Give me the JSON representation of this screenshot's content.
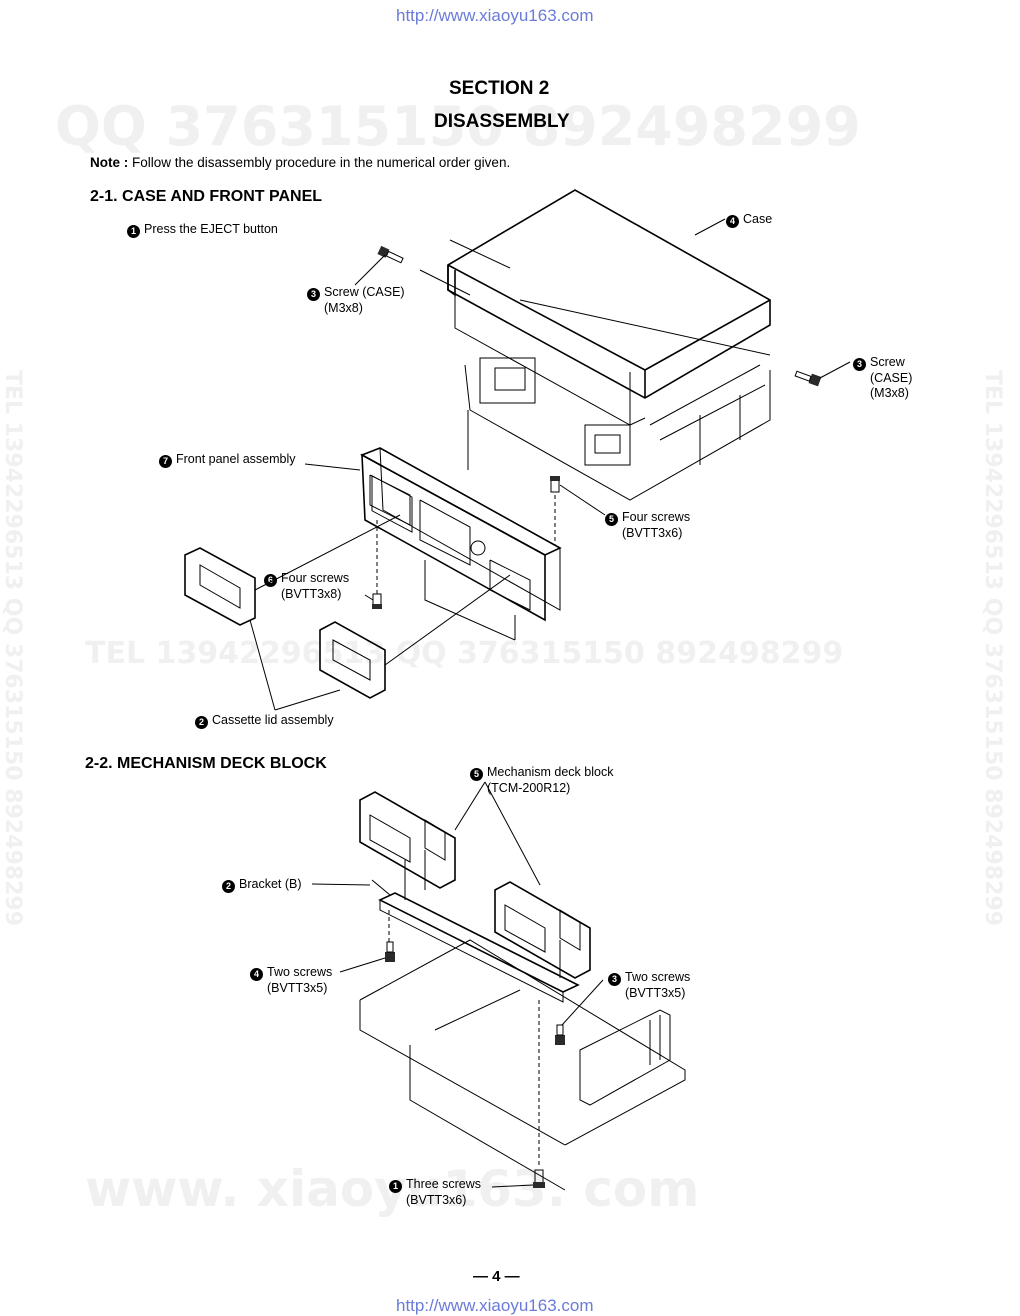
{
  "header_url": "http://www.xiaoyu163.com",
  "footer_url": "http://www.xiaoyu163.com",
  "watermarks": {
    "top": "QQ 376315150  892498299",
    "middle": "TEL 13942296513  QQ 376315150  892498299",
    "bottom": "www. xiaoyu163. com",
    "side": "TEL 13942296513  QQ 376315150  892498299"
  },
  "section_title": "SECTION  2",
  "section_subtitle": "DISASSEMBLY",
  "note_label": "Note :",
  "note_text": "Follow the disassembly procedure in the numerical order given.",
  "sec1": {
    "heading": "2-1.  CASE AND FRONT PANEL",
    "labels": [
      {
        "num": "1",
        "text": "Press the EJECT button"
      },
      {
        "num": "4",
        "text": "Case"
      },
      {
        "num": "3",
        "text": "Screw (CASE)",
        "sub": "(M3x8)"
      },
      {
        "num": "3",
        "text": "Screw",
        "sub": "(CASE)",
        "sub2": "(M3x8)"
      },
      {
        "num": "7",
        "text": "Front panel assembly"
      },
      {
        "num": "5",
        "text": "Four screws",
        "sub": "(BVTT3x6)"
      },
      {
        "num": "6",
        "text": "Four screws",
        "sub": "(BVTT3x8)"
      },
      {
        "num": "2",
        "text": "Cassette lid assembly"
      }
    ]
  },
  "sec2": {
    "heading": "2-2.  MECHANISM DECK BLOCK",
    "labels": [
      {
        "num": "5",
        "text": "Mechanism deck block",
        "sub": "(TCM-200R12)"
      },
      {
        "num": "2",
        "text": "Bracket (B)"
      },
      {
        "num": "4",
        "text": "Two screws",
        "sub": "(BVTT3x5)"
      },
      {
        "num": "3",
        "text": "Two screws",
        "sub": "(BVTT3x5)"
      },
      {
        "num": "1",
        "text": "Three screws",
        "sub": "(BVTT3x6)"
      }
    ]
  },
  "page_number": "— 4 —"
}
